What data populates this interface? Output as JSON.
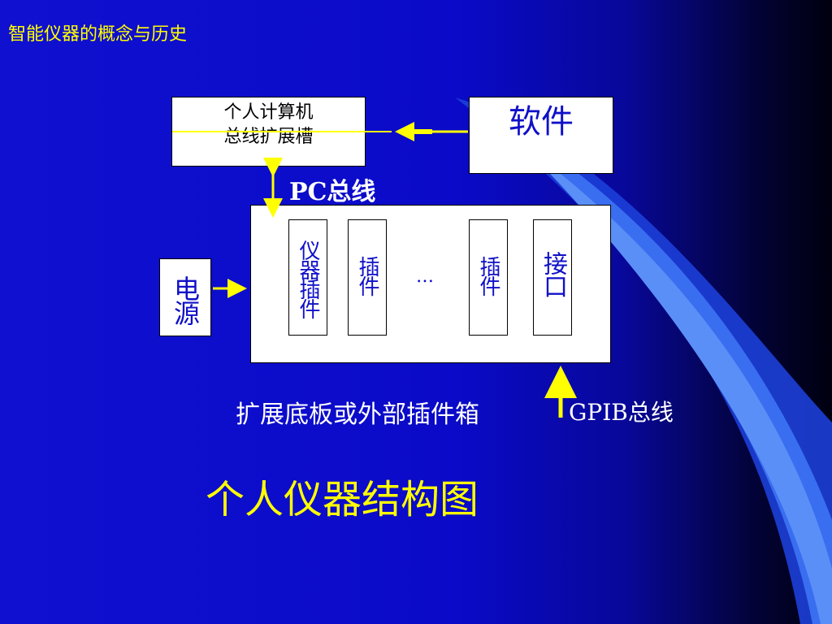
{
  "header": {
    "title": "智能仪器的概念与历史"
  },
  "diagram": {
    "pc_slot_line1": "个人计算机",
    "pc_slot_line2": "总线扩展槽",
    "software": "软件",
    "pc_bus": "PC总线",
    "power": "电源",
    "instrument_card": "仪器插件",
    "card1": "插件",
    "ellipsis": "…",
    "card2": "插件",
    "interface": "接口",
    "backplane_label": "扩展底板或外部插件箱",
    "gpib_label": "GPIB总线",
    "caption": "个人仪器结构图"
  },
  "colors": {
    "accent": "#ffff00",
    "background": "#1010d0",
    "box_fill": "#ffffff",
    "text_blue": "#1010c8"
  }
}
